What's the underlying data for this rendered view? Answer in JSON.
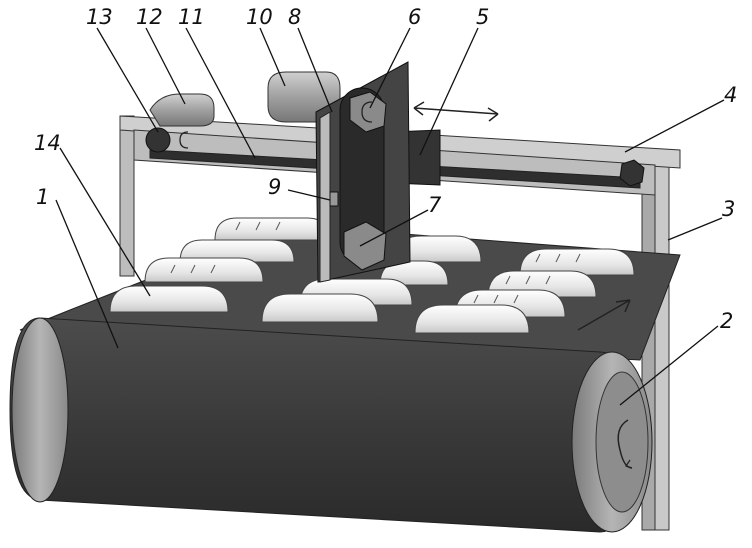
{
  "callouts": [
    {
      "id": "c13",
      "text": "13"
    },
    {
      "id": "c12",
      "text": "12"
    },
    {
      "id": "c11",
      "text": "11"
    },
    {
      "id": "c10",
      "text": "10"
    },
    {
      "id": "c8",
      "text": "8"
    },
    {
      "id": "c6",
      "text": "6"
    },
    {
      "id": "c5",
      "text": "5"
    },
    {
      "id": "c4",
      "text": "4"
    },
    {
      "id": "c14",
      "text": "14"
    },
    {
      "id": "c1",
      "text": "1"
    },
    {
      "id": "c9",
      "text": "9"
    },
    {
      "id": "c7",
      "text": "7"
    },
    {
      "id": "c3",
      "text": "3"
    },
    {
      "id": "c2",
      "text": "2"
    }
  ],
  "colors": {
    "belt": "#3b3b3b",
    "belt_top": "#4a4a4a",
    "roller_cap": "#9a9a9a",
    "frame": "#c8c8c8",
    "frame_dark": "#555555",
    "products": "#e8e8e8",
    "motor": "#a8a8a8"
  }
}
